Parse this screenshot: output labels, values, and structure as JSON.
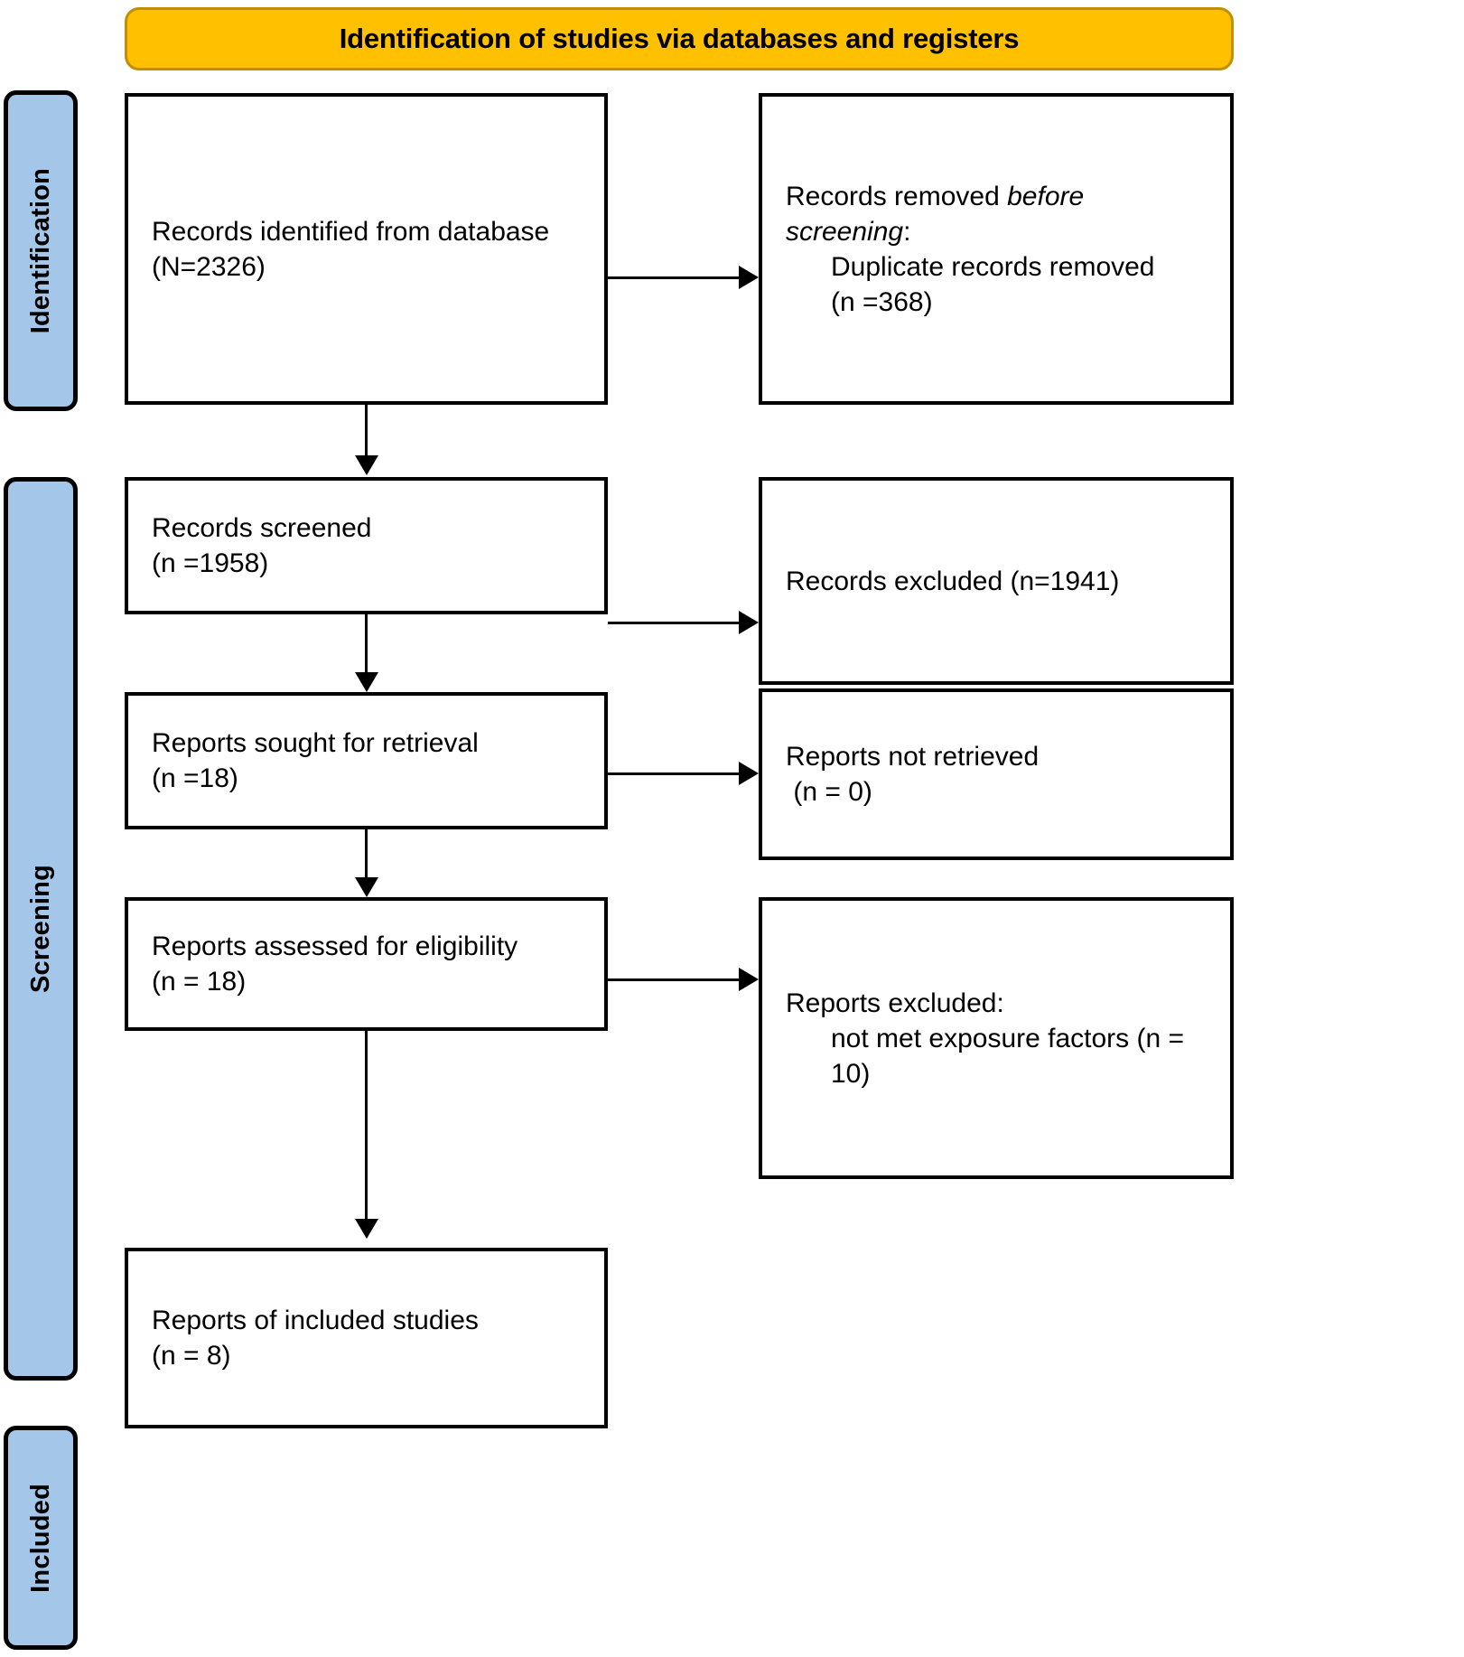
{
  "banner": {
    "title": "Identification of studies via databases and registers"
  },
  "stages": [
    {
      "name": "identification",
      "label": "Identification"
    },
    {
      "name": "screening",
      "label": "Screening"
    },
    {
      "name": "included",
      "label": "Included"
    }
  ],
  "boxes": {
    "identified": {
      "line1": "Records identified from database",
      "line2": "(N=2326)"
    },
    "removed": {
      "line1_prefix": "Records removed ",
      "line1_italic": "before screening",
      "line1_suffix": ":",
      "line2": "Duplicate records removed",
      "line3": "(n =368)"
    },
    "screened": {
      "line1": "Records screened",
      "line2": "(n =1958)"
    },
    "records_excluded": {
      "line1": "Records excluded (n=1941)"
    },
    "sought": {
      "line1": "Reports sought for retrieval",
      "line2": "(n =18)"
    },
    "not_retrieved": {
      "line1": "Reports not retrieved",
      "line2": " (n = 0)"
    },
    "assessed": {
      "line1": "Reports assessed for eligibility",
      "line2": "(n = 18)"
    },
    "reports_excluded": {
      "line1": "Reports excluded:",
      "line2": "not met exposure factors (n =",
      "line3": "10)"
    },
    "included": {
      "line1": "Reports of included studies",
      "line2": "(n = 8)"
    }
  },
  "colors": {
    "banner_fill": "#FFC000",
    "banner_border": "#BF8F00",
    "stage_fill": "#A4C6E8",
    "line": "#000000",
    "box_fill": "#FFFFFF"
  }
}
